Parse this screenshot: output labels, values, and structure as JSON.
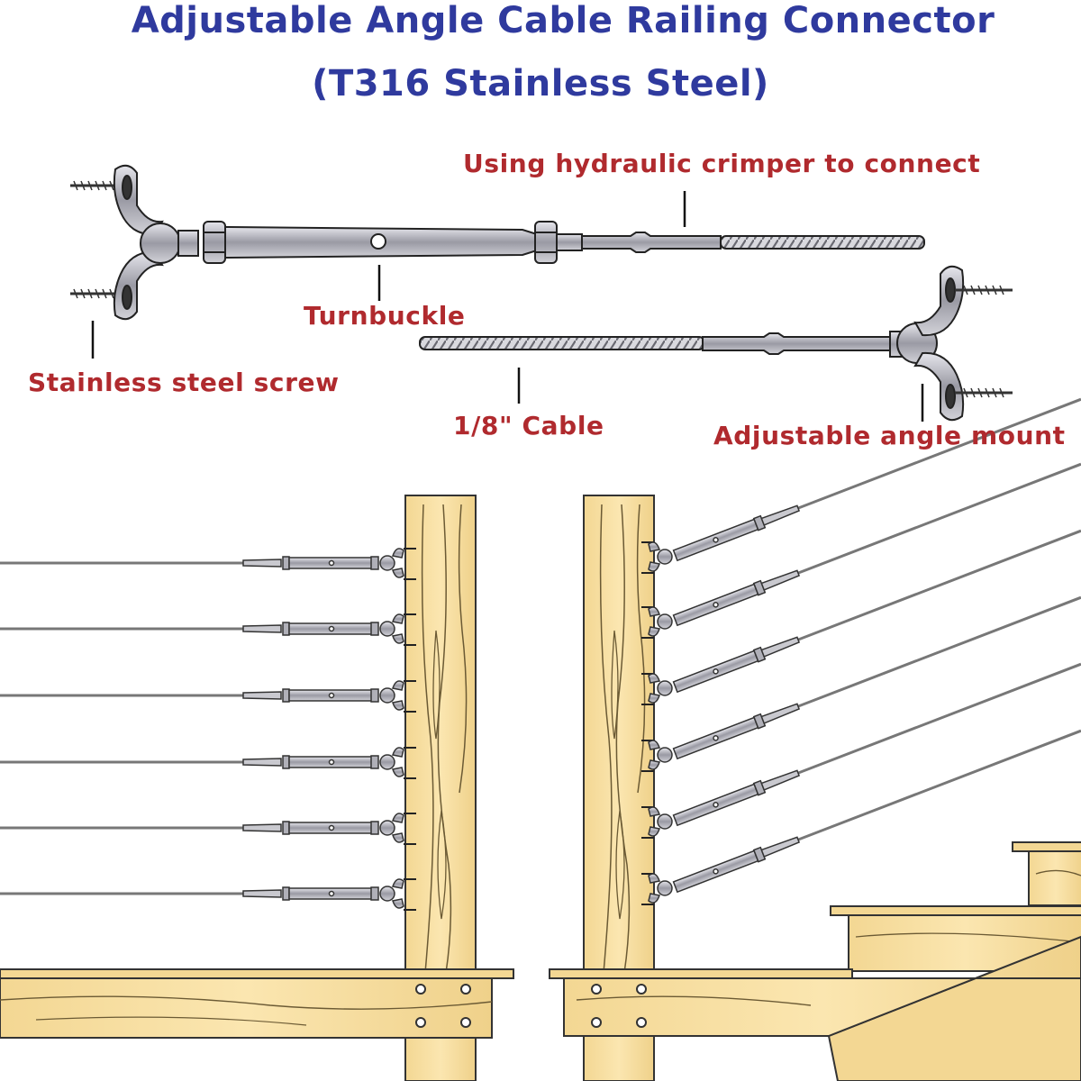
{
  "title": {
    "line1": "Adjustable Angle Cable Railing Connector",
    "line2": "(T316 Stainless Steel)"
  },
  "labels": {
    "crimper": "Using hydraulic crimper to connect",
    "turnbuckle": "Turnbuckle",
    "screw": "Stainless steel screw",
    "cable": "1/8\" Cable",
    "mount": "Adjustable angle mount"
  },
  "colors": {
    "title": "#2f3a9e",
    "label": "#b02a2e",
    "wood": "#f7dfa0",
    "wood_grain": "#6b5a34",
    "steel": "#c4c4cc",
    "outline": "#222222"
  }
}
